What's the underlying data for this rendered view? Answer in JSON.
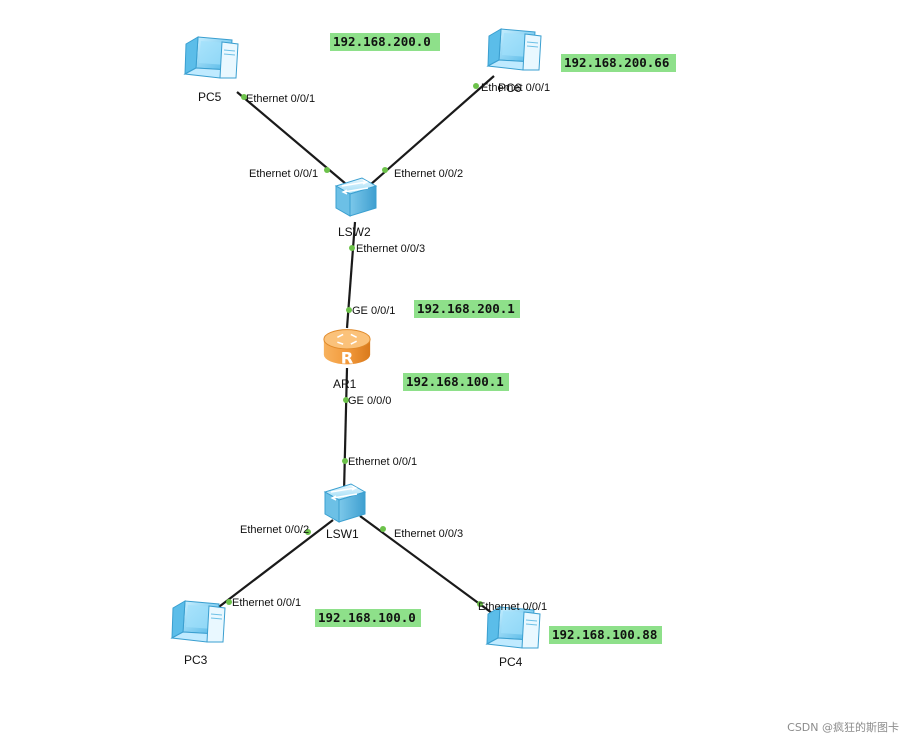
{
  "devices": {
    "pc5": {
      "label": "PC5",
      "icon": "pc-icon"
    },
    "pc6": {
      "label": "PC6",
      "icon": "pc-icon"
    },
    "lsw2": {
      "label": "LSW2",
      "icon": "switch-icon"
    },
    "ar1": {
      "label": "AR1",
      "icon": "router-icon"
    },
    "lsw1": {
      "label": "LSW1",
      "icon": "switch-icon"
    },
    "pc3": {
      "label": "PC3",
      "icon": "pc-icon"
    },
    "pc4": {
      "label": "PC4",
      "icon": "pc-icon"
    }
  },
  "ports": {
    "pc5_e1": "Ethernet 0/0/1",
    "pc6_e1": "Ethernet 0/0/1",
    "lsw2_e1": "Ethernet 0/0/1",
    "lsw2_e2": "Ethernet 0/0/2",
    "lsw2_e3": "Ethernet 0/0/3",
    "ar1_ge1": "GE 0/0/1",
    "ar1_ge0": "GE 0/0/0",
    "lsw1_e1": "Ethernet 0/0/1",
    "lsw1_e2": "Ethernet 0/0/2",
    "lsw1_e3": "Ethernet 0/0/3",
    "pc3_e1": "Ethernet 0/0/1",
    "pc4_e1": "Ethernet 0/0/1"
  },
  "ip_labels": {
    "net200": "192.168.200.0",
    "pc6_ip": "192.168.200.66",
    "ar1_ge1_ip": "192.168.200.1",
    "ar1_ge0_ip": "192.168.100.1",
    "net100": "192.168.100.0",
    "pc4_ip": "192.168.100.88"
  },
  "watermark": "CSDN @疯狂的斯图卡",
  "colors": {
    "ip_highlight": "#8ee08a",
    "port_dot": "#6cc24a",
    "link": "#1a1a1a",
    "router": "#f39a3c",
    "switch": "#8fd3f0",
    "pc": "#7ed0f3"
  }
}
